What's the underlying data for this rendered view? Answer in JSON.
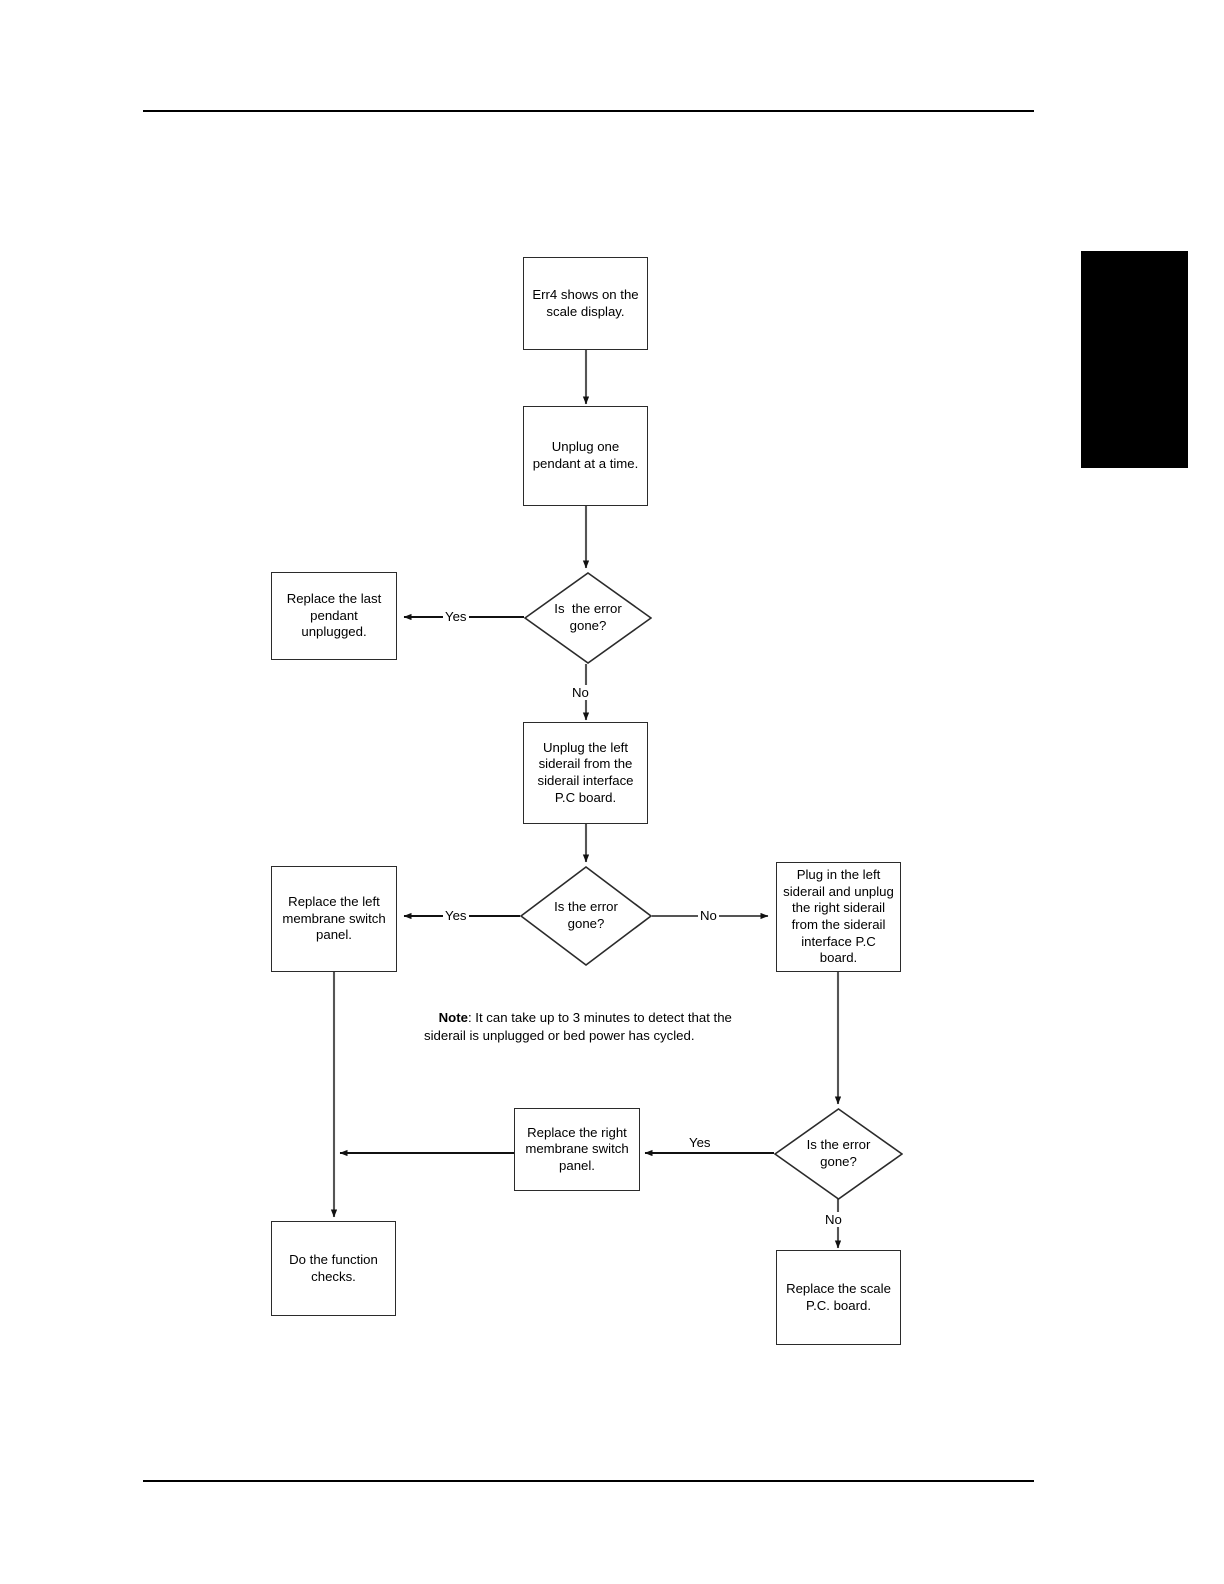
{
  "document": {
    "title": "Err4 scale error troubleshooting flowchart",
    "header_rule": true,
    "footer_rule": true,
    "redaction_block_color": "#000000"
  },
  "flowchart": {
    "type": "flowchart",
    "nodes": [
      {
        "id": "start",
        "shape": "process",
        "text": "Err4 shows on the scale display."
      },
      {
        "id": "unplug_pendant",
        "shape": "process",
        "text": "Unplug one pendant at a time."
      },
      {
        "id": "decision1",
        "shape": "decision",
        "text": "Is  the error\ngone?"
      },
      {
        "id": "replace_pendant",
        "shape": "process",
        "text": "Replace the last pendant unplugged."
      },
      {
        "id": "unplug_left_rail",
        "shape": "process",
        "text": "Unplug the left siderail from the siderail interface P.C board."
      },
      {
        "id": "decision2",
        "shape": "decision",
        "text": "Is the error\ngone?"
      },
      {
        "id": "replace_left",
        "shape": "process",
        "text": "Replace the left membrane switch panel."
      },
      {
        "id": "plug_left_unplug_right",
        "shape": "process",
        "text": "Plug in the left siderail and unplug the right siderail from the siderail interface P.C board."
      },
      {
        "id": "decision3",
        "shape": "decision",
        "text": "Is the error\ngone?"
      },
      {
        "id": "replace_right",
        "shape": "process",
        "text": "Replace the right membrane switch panel."
      },
      {
        "id": "replace_scale_pcb",
        "shape": "process",
        "text": "Replace the scale P.C. board."
      },
      {
        "id": "function_checks",
        "shape": "process",
        "text": "Do the function checks."
      }
    ],
    "edge_labels": {
      "d1_yes": "Yes",
      "d1_no": "No",
      "d2_yes": "Yes",
      "d2_no": "No",
      "d3_yes": "Yes",
      "d3_no": "No"
    },
    "note": {
      "label": "Note",
      "separator": ": ",
      "text": "It can take up to 3 minutes to detect that the siderail is unplugged or bed power has cycled."
    }
  }
}
